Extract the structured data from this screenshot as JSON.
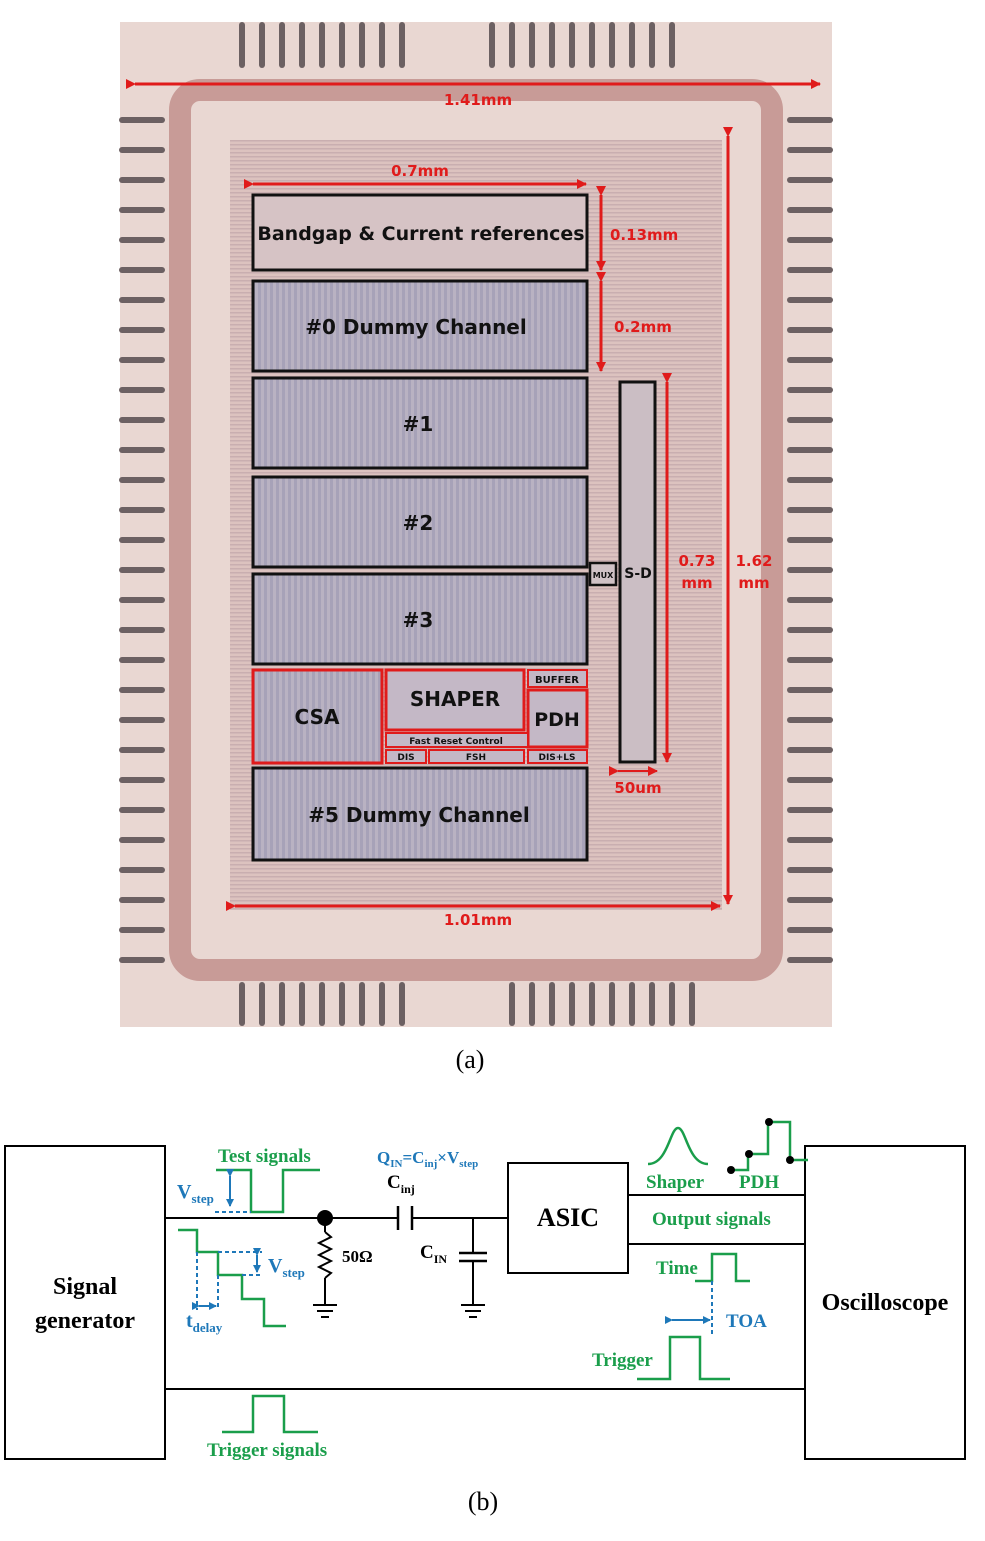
{
  "panel_a": {
    "caption": "(a)",
    "dimensions": {
      "chip_width": "1.41mm",
      "core_width": "0.7mm",
      "bandgap_height": "0.13mm",
      "channel_height": "0.2mm",
      "sd_height_1": "0.73",
      "sd_height_2": "mm",
      "chip_height_1": "1.62",
      "chip_height_2": "mm",
      "sd_width": "50um",
      "inner_width": "1.01mm"
    },
    "blocks": {
      "bandgap": "Bandgap & Current references",
      "ch0": "#0 Dummy Channel",
      "ch1": "#1",
      "ch2": "#2",
      "ch3": "#3",
      "ch5": "#5 Dummy Channel",
      "csa": "CSA",
      "shaper": "SHAPER",
      "buffer": "BUFFER",
      "pdh": "PDH",
      "fast_reset": "Fast Reset Control",
      "dis": "DIS",
      "fsh": "FSH",
      "dis_ls": "DIS+LS",
      "mux": "MUX",
      "sd": "S-D"
    }
  },
  "panel_b": {
    "caption": "(b)",
    "signal_generator": [
      "Signal",
      "generator"
    ],
    "oscilloscope": "Oscilloscope",
    "asic": "ASIC",
    "test_signals": "Test signals",
    "v_step": {
      "main": "V",
      "sub": "step"
    },
    "t_delay": {
      "main": "t",
      "sub": "delay"
    },
    "resistor": "50Ω",
    "q_in": {
      "q": "Q",
      "q_sub": "IN",
      "eq": "=C",
      "c_sub": "inj",
      "x": "×V",
      "v_sub": "step"
    },
    "c_inj": {
      "main": "C",
      "sub": "inj"
    },
    "c_in": {
      "main": "C",
      "sub": "IN"
    },
    "shaper": "Shaper",
    "pdh": "PDH",
    "output_signals": "Output signals",
    "time": "Time",
    "toa": "TOA",
    "trigger": "Trigger",
    "trigger_signals": "Trigger signals"
  },
  "colors": {
    "dimension": "#e01b1b",
    "green_label": "#1a9e4b",
    "blue_label": "#1e78b9",
    "chip_pink": "#e6c9c5"
  }
}
